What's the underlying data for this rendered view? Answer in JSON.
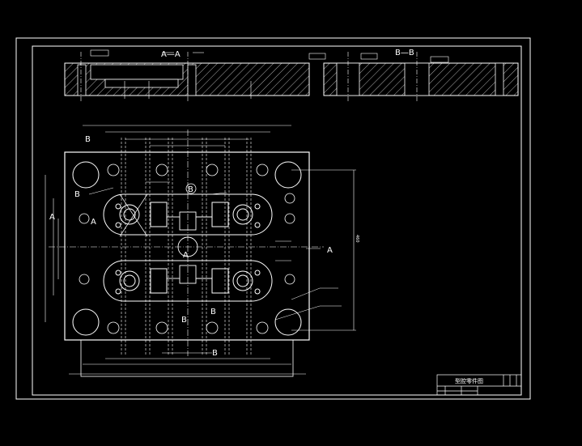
{
  "labels": {
    "section_aa": "A—A",
    "section_bb": "B—B",
    "mark_a": "A",
    "mark_b": "B",
    "dim_total": "460",
    "dim_b": "B",
    "title_block_name": "型腔零件图"
  },
  "colors": {
    "background": "#000000",
    "line": "#ffffff",
    "text": "#ffffff",
    "hatch": "#d8d8d8"
  }
}
